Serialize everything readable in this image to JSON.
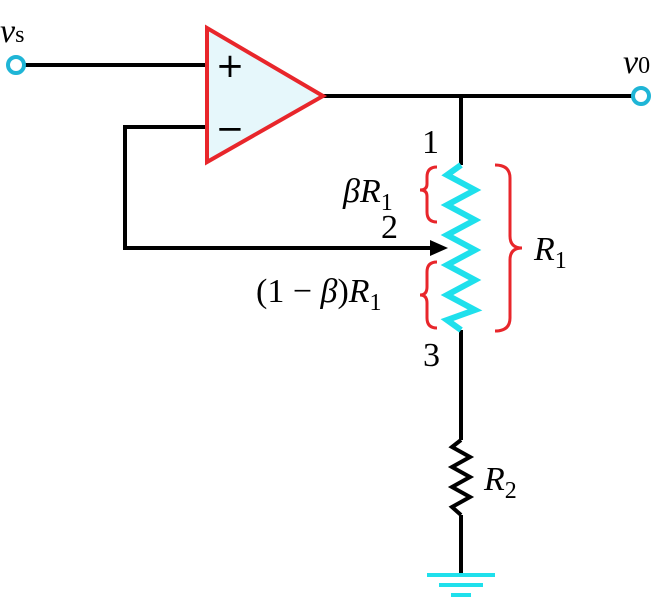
{
  "labels": {
    "input": {
      "var": "v",
      "sub": "s"
    },
    "output": {
      "var": "v",
      "sub": "0"
    },
    "plus": "+",
    "minus": "−",
    "node1": "1",
    "node2": "2",
    "node3": "3",
    "beta_r1": {
      "beta": "β",
      "r": "R",
      "sub": "1"
    },
    "one_minus_beta_r1": {
      "open": "(1 − ",
      "beta": "β",
      "close": ")",
      "r": "R",
      "sub": "1"
    },
    "r1": {
      "r": "R",
      "sub": "1"
    },
    "r2": {
      "r": "R",
      "sub": "2"
    }
  },
  "colors": {
    "wire": "#000000",
    "opamp_stroke": "#e8262b",
    "opamp_fill": "#e6f7fb",
    "terminal": "#1fb5d6",
    "potentiometer": "#1fe0ec",
    "brace": "#e8262b",
    "ground": "#1fe0ec"
  }
}
